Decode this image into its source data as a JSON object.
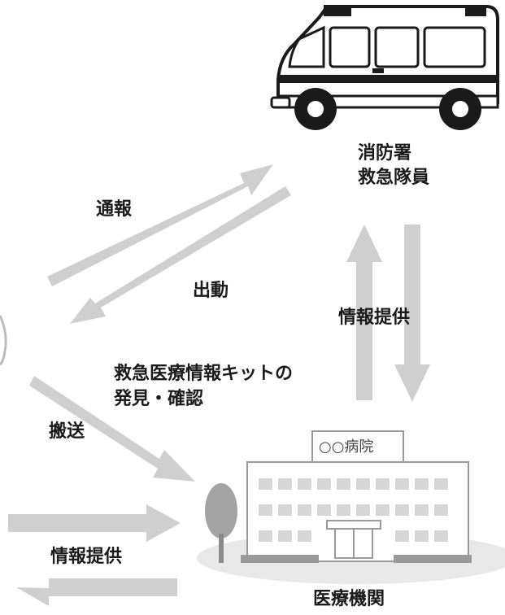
{
  "labels": {
    "fire_station_line1": "消防署",
    "fire_station_line2": "救急隊員",
    "report": "通報",
    "dispatch": "出動",
    "info_provision_right": "情報提供",
    "kit_line1": "救急医療情報キットの",
    "kit_line2": "発見・確認",
    "transport": "搬送",
    "hospital_sign": "○○病院",
    "info_provision_bottom": "情報提供",
    "medical_institution": "医療機関"
  },
  "colors": {
    "arrow": "#cfcfcf",
    "ink": "#1a1a1a",
    "building_fill": "#ffffff",
    "building_stroke": "#9a9a9a",
    "window": "#d6d6d6",
    "ground": "#e8e8e8"
  }
}
